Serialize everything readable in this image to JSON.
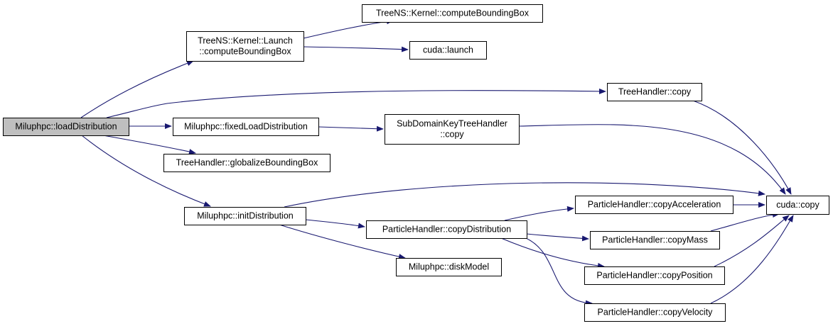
{
  "nodes": [
    {
      "id": "loadDistribution",
      "lines": [
        "Miluphpc::loadDistribution"
      ],
      "root": true
    },
    {
      "id": "launchComputeBB",
      "lines": [
        "TreeNS::Kernel::Launch",
        "::computeBoundingBox"
      ]
    },
    {
      "id": "kernelComputeBB",
      "lines": [
        "TreeNS::Kernel::computeBoundingBox"
      ]
    },
    {
      "id": "cudaLaunch",
      "lines": [
        "cuda::launch"
      ]
    },
    {
      "id": "treeHandlerCopy",
      "lines": [
        "TreeHandler::copy"
      ]
    },
    {
      "id": "fixedLoad",
      "lines": [
        "Miluphpc::fixedLoadDistribution"
      ]
    },
    {
      "id": "subDomainCopy",
      "lines": [
        "SubDomainKeyTreeHandler",
        "::copy"
      ]
    },
    {
      "id": "globalizeBB",
      "lines": [
        "TreeHandler::globalizeBoundingBox"
      ]
    },
    {
      "id": "initDistribution",
      "lines": [
        "Miluphpc::initDistribution"
      ]
    },
    {
      "id": "cudaCopy",
      "lines": [
        "cuda::copy"
      ]
    },
    {
      "id": "copyAcceleration",
      "lines": [
        "ParticleHandler::copyAcceleration"
      ]
    },
    {
      "id": "copyDistribution",
      "lines": [
        "ParticleHandler::copyDistribution"
      ]
    },
    {
      "id": "copyMass",
      "lines": [
        "ParticleHandler::copyMass"
      ]
    },
    {
      "id": "diskModel",
      "lines": [
        "Miluphpc::diskModel"
      ]
    },
    {
      "id": "copyPosition",
      "lines": [
        "ParticleHandler::copyPosition"
      ]
    },
    {
      "id": "copyVelocity",
      "lines": [
        "ParticleHandler::copyVelocity"
      ]
    }
  ],
  "edges": [
    {
      "from": "loadDistribution",
      "to": "launchComputeBB"
    },
    {
      "from": "loadDistribution",
      "to": "treeHandlerCopy"
    },
    {
      "from": "loadDistribution",
      "to": "fixedLoad"
    },
    {
      "from": "loadDistribution",
      "to": "globalizeBB"
    },
    {
      "from": "loadDistribution",
      "to": "initDistribution"
    },
    {
      "from": "launchComputeBB",
      "to": "kernelComputeBB"
    },
    {
      "from": "launchComputeBB",
      "to": "cudaLaunch"
    },
    {
      "from": "treeHandlerCopy",
      "to": "cudaCopy"
    },
    {
      "from": "fixedLoad",
      "to": "subDomainCopy"
    },
    {
      "from": "subDomainCopy",
      "to": "cudaCopy"
    },
    {
      "from": "initDistribution",
      "to": "cudaCopy"
    },
    {
      "from": "initDistribution",
      "to": "copyDistribution"
    },
    {
      "from": "initDistribution",
      "to": "diskModel"
    },
    {
      "from": "copyDistribution",
      "to": "copyAcceleration"
    },
    {
      "from": "copyDistribution",
      "to": "copyMass"
    },
    {
      "from": "copyDistribution",
      "to": "copyPosition"
    },
    {
      "from": "copyDistribution",
      "to": "copyVelocity"
    },
    {
      "from": "copyAcceleration",
      "to": "cudaCopy"
    },
    {
      "from": "copyMass",
      "to": "cudaCopy"
    },
    {
      "from": "copyPosition",
      "to": "cudaCopy"
    },
    {
      "from": "copyVelocity",
      "to": "cudaCopy"
    }
  ],
  "colors": {
    "edge": "#191970",
    "root_fill": "#bfbfbf",
    "node_fill": "#ffffff",
    "node_border": "#000000"
  }
}
